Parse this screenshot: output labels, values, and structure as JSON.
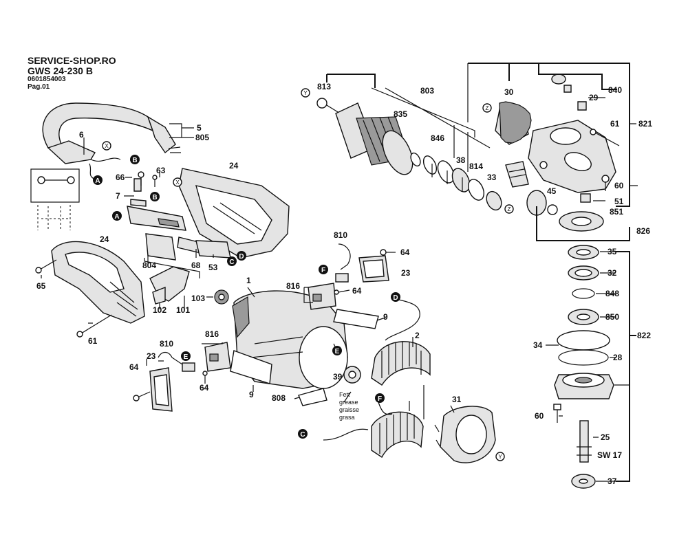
{
  "header": {
    "shop": "SERVICE-SHOP.RO",
    "model": "GWS 24-230 B",
    "code": "0601854003",
    "page": "Pag.01"
  },
  "labels": [
    "5",
    "805",
    "6",
    "66",
    "63",
    "7",
    "24",
    "24",
    "804",
    "68",
    "53",
    "65",
    "102",
    "101",
    "61",
    "813",
    "803",
    "835",
    "846",
    "38",
    "814",
    "33",
    "30",
    "29",
    "840",
    "821",
    "61",
    "60",
    "51",
    "851",
    "45",
    "826",
    "35",
    "32",
    "848",
    "850",
    "822",
    "34",
    "28",
    "60",
    "25",
    "SW 17",
    "37",
    "810",
    "64",
    "23",
    "816",
    "64",
    "103",
    "1",
    "9",
    "2",
    "39",
    "810",
    "816",
    "23",
    "64",
    "64",
    "9",
    "808",
    "31"
  ],
  "grease_note": [
    "Fett",
    "grease",
    "graisse",
    "grasa"
  ],
  "connectors": [
    "A",
    "B",
    "B",
    "A",
    "C",
    "D",
    "F",
    "E",
    "E",
    "F",
    "C"
  ],
  "refs": [
    "X",
    "X",
    "Y",
    "Y",
    "Z",
    "Z"
  ]
}
